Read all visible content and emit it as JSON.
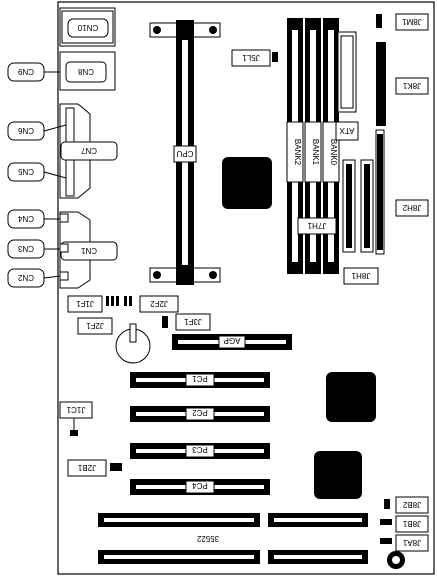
{
  "labels": {
    "cn10": "CN10",
    "cn9": "CN9",
    "cn8": "CN8",
    "cn6": "CN6",
    "cn7": "CN7",
    "cn5": "CN5",
    "cn4": "CN4",
    "cn3": "CN3",
    "cn1": "CN1",
    "cn2": "CN2",
    "cpu": "CPU",
    "atx": "ATX",
    "j5l1": "J5L1",
    "j8m1": "J8M1",
    "j8k1": "J8K1",
    "j7h1": "J7H1",
    "j8h2": "J8H2",
    "j8h1": "J8H1",
    "j1f1": "J1F1",
    "j2f2": "J2F2",
    "j2f1": "J2F1",
    "j3f1": "J3F1",
    "agp": "AGP",
    "pc1": "PC1",
    "pc2": "PC2",
    "pc3": "PC3",
    "pc4": "PC4",
    "j1c1": "J1C1",
    "j2b1": "J2B1",
    "j8b2": "J8B2",
    "j8b1": "J8B1",
    "j8a1": "J8A1",
    "model": "35522",
    "bank0": "BANK0",
    "bank1": "BANK1",
    "bank2": "BANK2"
  }
}
